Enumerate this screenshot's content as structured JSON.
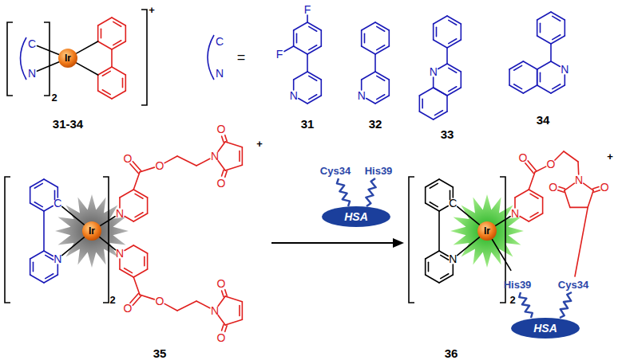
{
  "diagram": {
    "nodes": [
      {
        "text": [
          "HSA"
        ]
      },
      {
        "text": [
          "HSA"
        ]
      }
    ],
    "labels": [
      "+",
      "C",
      "N",
      "Ir",
      "2",
      "31-34",
      "C",
      "N",
      "=",
      "F",
      "F",
      "N",
      "31",
      "N",
      "32",
      "N",
      "33",
      "N",
      "34",
      "C",
      "N",
      "Ir",
      "2",
      "N",
      "N",
      "O",
      "O",
      "N",
      "O",
      "O",
      "O",
      "O",
      "N",
      "O",
      "O",
      "+",
      "35",
      "Cys34",
      "His39",
      "C",
      "N",
      "Ir",
      "2",
      "N",
      "O",
      "O",
      "N",
      "O",
      "O",
      "His39",
      "Cys34",
      "+",
      "36"
    ]
  }
}
